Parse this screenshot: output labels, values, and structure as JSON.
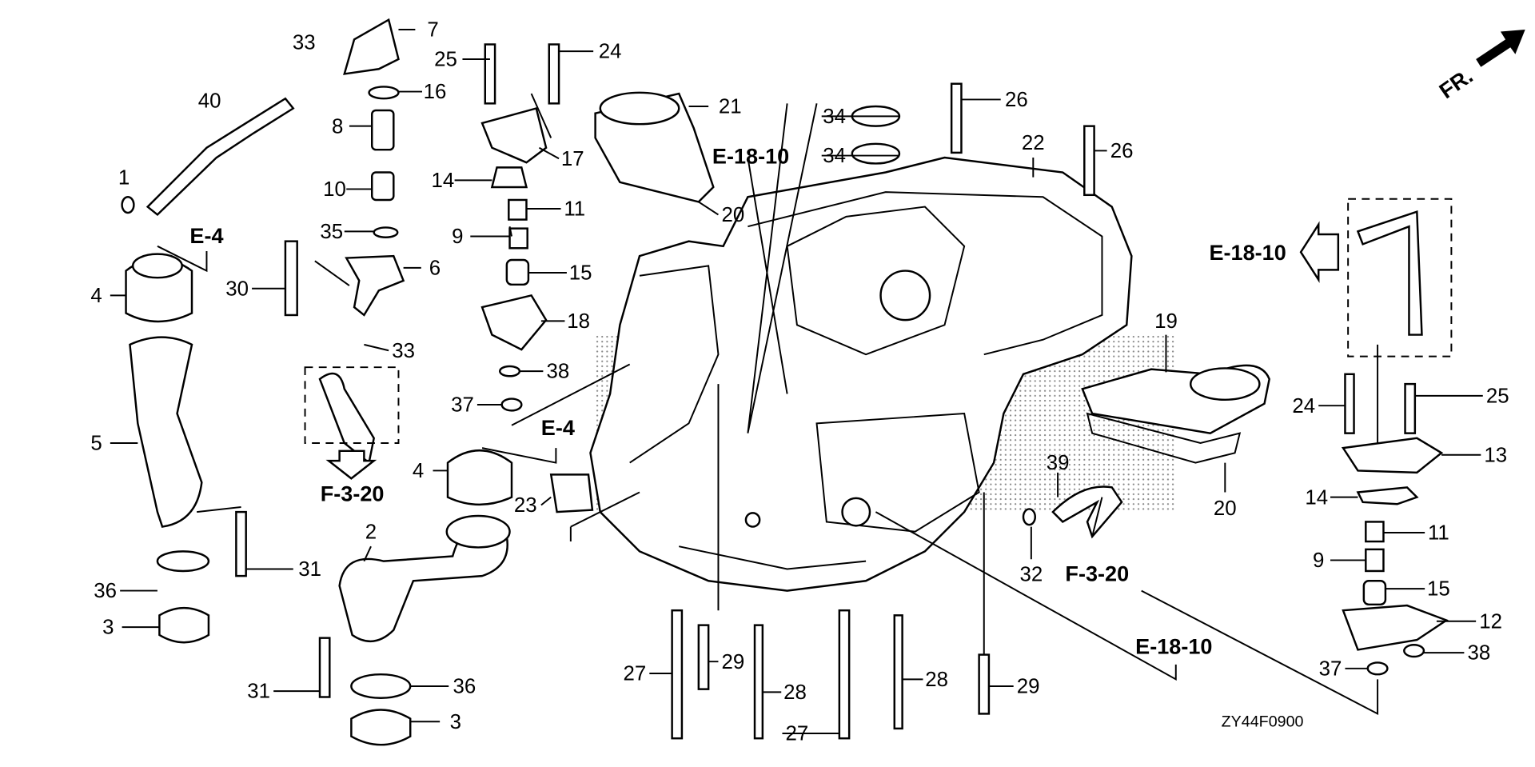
{
  "diagram": {
    "code": "ZY44F0900",
    "front_marker": "FR.",
    "callouts": [
      "33",
      "7",
      "25",
      "24",
      "40",
      "16",
      "8",
      "21",
      "34",
      "34",
      "26",
      "26",
      "22",
      "17",
      "14",
      "1",
      "10",
      "11",
      "20",
      "35",
      "9",
      "30",
      "6",
      "15",
      "4",
      "19",
      "18",
      "33",
      "38",
      "24",
      "25",
      "37",
      "5",
      "13",
      "4",
      "39",
      "23",
      "20",
      "14",
      "2",
      "11",
      "31",
      "9",
      "36",
      "32",
      "15",
      "3",
      "12",
      "38",
      "27",
      "29",
      "28",
      "28",
      "29",
      "37",
      "31",
      "36",
      "3",
      "27"
    ],
    "references": [
      "E-18-10",
      "E-4",
      "E-18-10",
      "E-4",
      "F-3-20",
      "F-3-20",
      "E-18-10"
    ]
  }
}
